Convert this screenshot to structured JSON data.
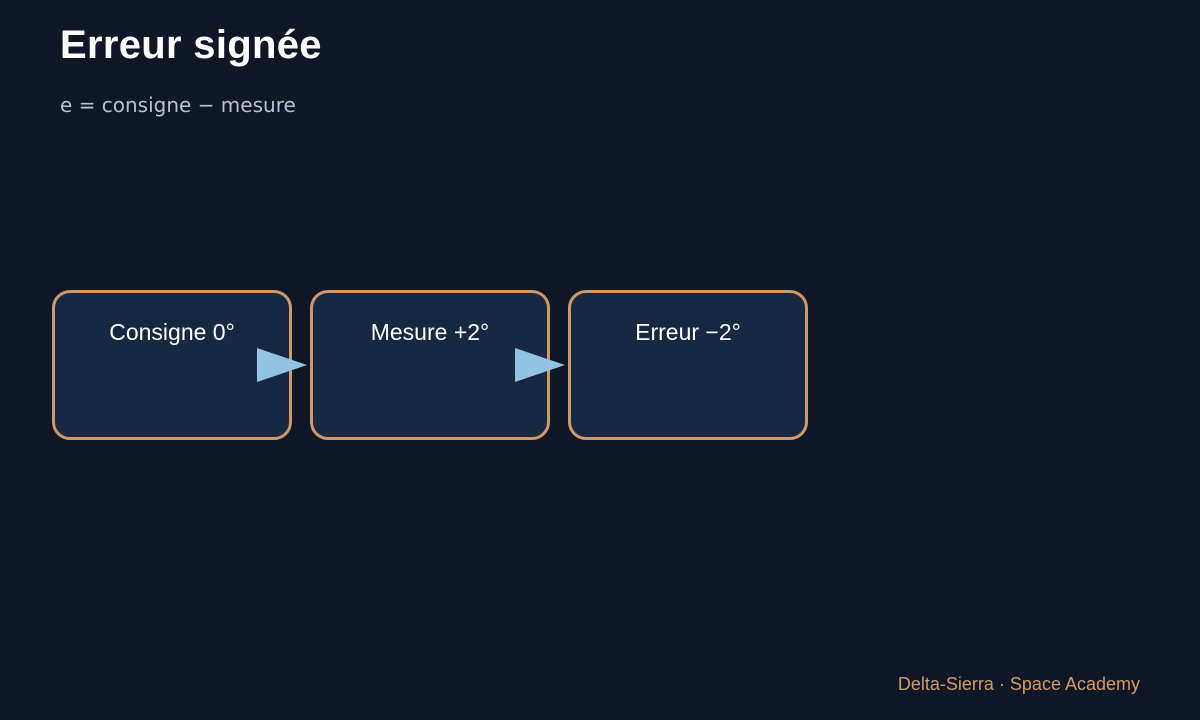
{
  "slide": {
    "title": "Erreur signée",
    "subtitle": "e = consigne − mesure"
  },
  "diagram": {
    "nodes": [
      {
        "label": "Consigne 0°"
      },
      {
        "label": "Mesure +2°"
      },
      {
        "label": "Erreur −2°"
      }
    ]
  },
  "footer": {
    "credit": "Delta-Sierra · Space Academy"
  },
  "colors": {
    "background": "#0f1726",
    "node_fill": "#172843",
    "node_border": "#cf9868",
    "arrow": "#92c3e2",
    "subtitle_text": "#b4c4d8",
    "footer_text": "#d49a66"
  }
}
